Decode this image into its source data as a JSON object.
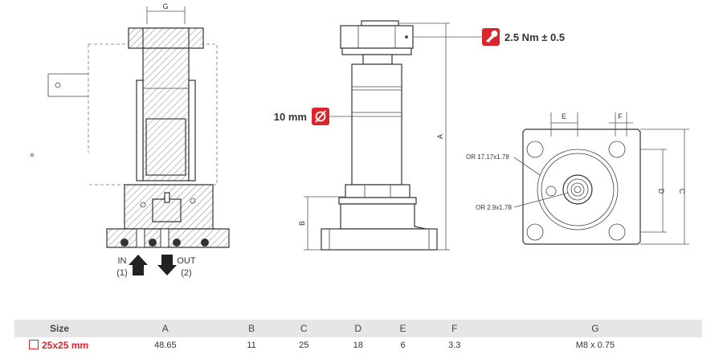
{
  "diagram": {
    "left_labels": {
      "g": "G",
      "in": "IN",
      "in_port": "(1)",
      "out": "OUT",
      "out_port": "(2)"
    },
    "middle_labels": {
      "torque": "2.5 Nm ± 0.5",
      "diameter": "10 mm",
      "a": "A",
      "b": "B"
    },
    "right_labels": {
      "e": "E",
      "f": "F",
      "d": "D",
      "c": "C",
      "oring_large": "OR 17.17x1.78",
      "oring_small": "OR 2.9x1.78"
    },
    "colors": {
      "accent": "#d8262c",
      "line": "#333333",
      "header_bg": "#e6e6e6"
    },
    "icons": {
      "torque": "wrench-icon",
      "diameter": "diameter-icon"
    }
  },
  "table": {
    "headers": [
      "Size",
      "A",
      "B",
      "C",
      "D",
      "E",
      "F",
      "G"
    ],
    "rows": [
      [
        "25x25 mm",
        "48.65",
        "11",
        "25",
        "18",
        "6",
        "3.3",
        "M8 x 0.75"
      ]
    ]
  }
}
